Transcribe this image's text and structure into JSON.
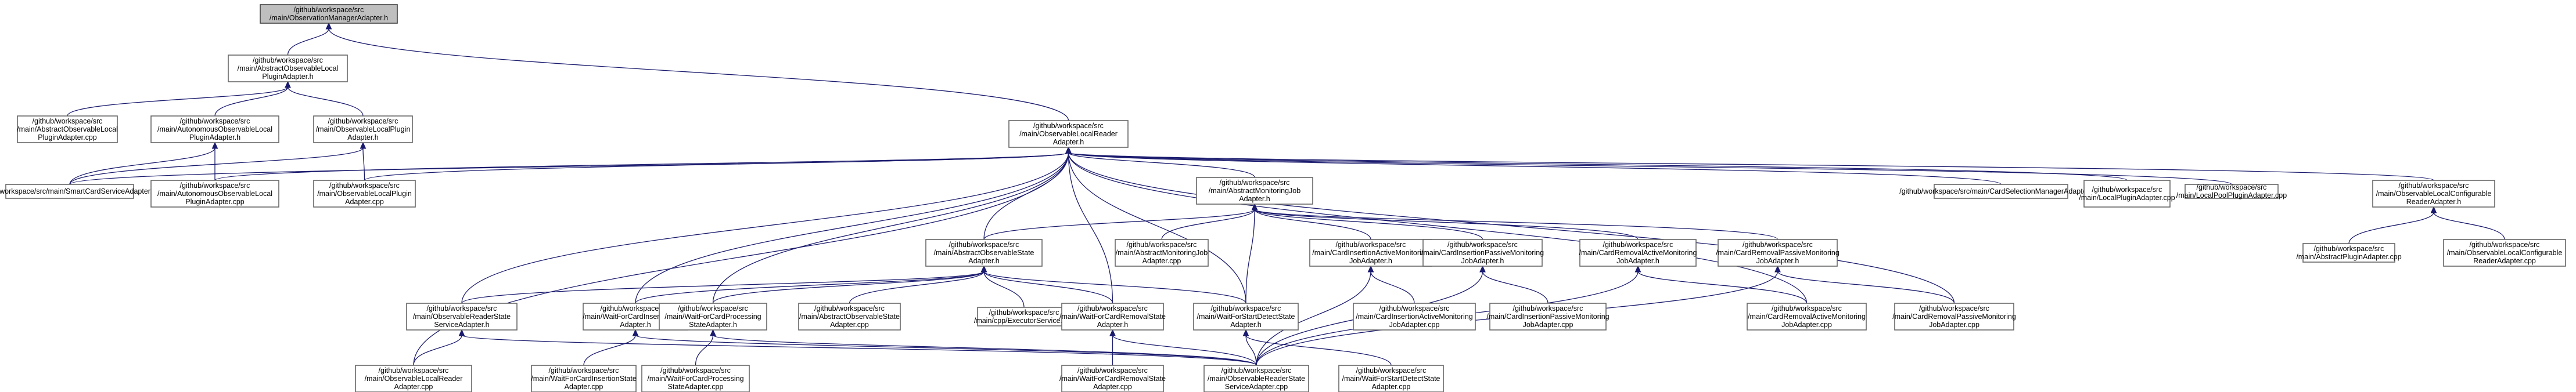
{
  "nodes": [
    {
      "id": "n0",
      "lines": [
        "/github/workspace/src",
        "/main/ObservationManagerAdapter.h"
      ],
      "focus": true
    },
    {
      "id": "n1",
      "lines": [
        "/github/workspace/src",
        "/main/AbstractObservableLocal",
        "PluginAdapter.h"
      ]
    },
    {
      "id": "n2",
      "lines": [
        "/github/workspace/src",
        "/main/ObservableLocalReader",
        "Adapter.h"
      ]
    },
    {
      "id": "n3",
      "lines": [
        "/github/workspace/src",
        "/main/AbstractObservableLocal",
        "PluginAdapter.cpp"
      ]
    },
    {
      "id": "n4",
      "lines": [
        "/github/workspace/src",
        "/main/AutonomousObservableLocal",
        "PluginAdapter.h"
      ]
    },
    {
      "id": "n5",
      "lines": [
        "/github/workspace/src",
        "/main/ObservableLocalPlugin",
        "Adapter.h"
      ]
    },
    {
      "id": "n6",
      "lines": [
        "/github/workspace/src/main/SmartCardServiceAdapter.cpp"
      ]
    },
    {
      "id": "n7",
      "lines": [
        "/github/workspace/src",
        "/main/AutonomousObservableLocal",
        "PluginAdapter.cpp"
      ]
    },
    {
      "id": "n8",
      "lines": [
        "/github/workspace/src",
        "/main/ObservableLocalPlugin",
        "Adapter.cpp"
      ]
    },
    {
      "id": "n9",
      "lines": [
        "/github/workspace/src",
        "/main/AbstractMonitoringJob",
        "Adapter.h"
      ]
    },
    {
      "id": "n10",
      "lines": [
        "/github/workspace/src/main/CardSelectionManagerAdapter.cpp"
      ]
    },
    {
      "id": "n11",
      "lines": [
        "/github/workspace/src",
        "/main/LocalPluginAdapter.cpp"
      ]
    },
    {
      "id": "n12",
      "lines": [
        "/github/workspace/src",
        "/main/LocalPoolPluginAdapter.cpp"
      ]
    },
    {
      "id": "n13",
      "lines": [
        "/github/workspace/src",
        "/main/ObservableLocalConfigurable",
        "ReaderAdapter.h"
      ]
    },
    {
      "id": "n14",
      "lines": [
        "/github/workspace/src",
        "/main/AbstractObservableState",
        "Adapter.h"
      ]
    },
    {
      "id": "n15",
      "lines": [
        "/github/workspace/src",
        "/main/AbstractMonitoringJob",
        "Adapter.cpp"
      ]
    },
    {
      "id": "n16",
      "lines": [
        "/github/workspace/src",
        "/main/CardInsertionActiveMonitoring",
        "JobAdapter.h"
      ]
    },
    {
      "id": "n17",
      "lines": [
        "/github/workspace/src",
        "/main/CardInsertionPassiveMonitoring",
        "JobAdapter.h"
      ]
    },
    {
      "id": "n18",
      "lines": [
        "/github/workspace/src",
        "/main/CardRemovalActiveMonitoring",
        "JobAdapter.h"
      ]
    },
    {
      "id": "n19",
      "lines": [
        "/github/workspace/src",
        "/main/CardRemovalPassiveMonitoring",
        "JobAdapter.h"
      ]
    },
    {
      "id": "n20",
      "lines": [
        "/github/workspace/src",
        "/main/AbstractPluginAdapter.cpp"
      ]
    },
    {
      "id": "n21",
      "lines": [
        "/github/workspace/src",
        "/main/ObservableLocalConfigurable",
        "ReaderAdapter.cpp"
      ]
    },
    {
      "id": "n22",
      "lines": [
        "/github/workspace/src",
        "/main/ObservableReaderState",
        "ServiceAdapter.h"
      ]
    },
    {
      "id": "n23",
      "lines": [
        "/github/workspace/src",
        "/main/WaitForCardInsertionState",
        "Adapter.h"
      ]
    },
    {
      "id": "n24",
      "lines": [
        "/github/workspace/src",
        "/main/WaitForCardProcessing",
        "StateAdapter.h"
      ]
    },
    {
      "id": "n25",
      "lines": [
        "/github/workspace/src",
        "/main/AbstractObservableState",
        "Adapter.cpp"
      ]
    },
    {
      "id": "n26",
      "lines": [
        "/github/workspace/src",
        "/main/cpp/ExecutorService.cpp"
      ]
    },
    {
      "id": "n27",
      "lines": [
        "/github/workspace/src",
        "/main/WaitForCardRemovalState",
        "Adapter.h"
      ]
    },
    {
      "id": "n28",
      "lines": [
        "/github/workspace/src",
        "/main/WaitForStartDetectState",
        "Adapter.h"
      ]
    },
    {
      "id": "n29",
      "lines": [
        "/github/workspace/src",
        "/main/CardInsertionActiveMonitoring",
        "JobAdapter.cpp"
      ]
    },
    {
      "id": "n30",
      "lines": [
        "/github/workspace/src",
        "/main/CardInsertionPassiveMonitoring",
        "JobAdapter.cpp"
      ]
    },
    {
      "id": "n31",
      "lines": [
        "/github/workspace/src",
        "/main/CardRemovalActiveMonitoring",
        "JobAdapter.cpp"
      ]
    },
    {
      "id": "n32",
      "lines": [
        "/github/workspace/src",
        "/main/CardRemovalPassiveMonitoring",
        "JobAdapter.cpp"
      ]
    },
    {
      "id": "n33",
      "lines": [
        "/github/workspace/src",
        "/main/ObservableLocalReader",
        "Adapter.cpp"
      ]
    },
    {
      "id": "n34",
      "lines": [
        "/github/workspace/src",
        "/main/WaitForCardInsertionState",
        "Adapter.cpp"
      ]
    },
    {
      "id": "n35",
      "lines": [
        "/github/workspace/src",
        "/main/WaitForCardProcessing",
        "StateAdapter.cpp"
      ]
    },
    {
      "id": "n36",
      "lines": [
        "/github/workspace/src",
        "/main/WaitForCardRemovalState",
        "Adapter.cpp"
      ]
    },
    {
      "id": "n37",
      "lines": [
        "/github/workspace/src",
        "/main/ObservableReaderState",
        "ServiceAdapter.cpp"
      ]
    },
    {
      "id": "n38",
      "lines": [
        "/github/workspace/src",
        "/main/WaitForStartDetectState",
        "Adapter.cpp"
      ]
    }
  ],
  "edges": [
    [
      "n1",
      "n0"
    ],
    [
      "n2",
      "n0"
    ],
    [
      "n3",
      "n1"
    ],
    [
      "n4",
      "n1"
    ],
    [
      "n5",
      "n1"
    ],
    [
      "n6",
      "n4"
    ],
    [
      "n7",
      "n4"
    ],
    [
      "n6",
      "n5"
    ],
    [
      "n8",
      "n5"
    ],
    [
      "n6",
      "n2"
    ],
    [
      "n7",
      "n2"
    ],
    [
      "n8",
      "n2"
    ],
    [
      "n9",
      "n2"
    ],
    [
      "n10",
      "n2"
    ],
    [
      "n11",
      "n2"
    ],
    [
      "n12",
      "n2"
    ],
    [
      "n13",
      "n2"
    ],
    [
      "n14",
      "n2"
    ],
    [
      "n22",
      "n2"
    ],
    [
      "n23",
      "n2"
    ],
    [
      "n24",
      "n2"
    ],
    [
      "n27",
      "n2"
    ],
    [
      "n28",
      "n2"
    ],
    [
      "n33",
      "n2"
    ],
    [
      "n31",
      "n2"
    ],
    [
      "n32",
      "n2"
    ],
    [
      "n20",
      "n13"
    ],
    [
      "n21",
      "n13"
    ],
    [
      "n14",
      "n9"
    ],
    [
      "n15",
      "n9"
    ],
    [
      "n16",
      "n9"
    ],
    [
      "n17",
      "n9"
    ],
    [
      "n18",
      "n9"
    ],
    [
      "n19",
      "n9"
    ],
    [
      "n28",
      "n9"
    ],
    [
      "n22",
      "n14"
    ],
    [
      "n23",
      "n14"
    ],
    [
      "n24",
      "n14"
    ],
    [
      "n25",
      "n14"
    ],
    [
      "n26",
      "n14"
    ],
    [
      "n27",
      "n14"
    ],
    [
      "n28",
      "n14"
    ],
    [
      "n29",
      "n16"
    ],
    [
      "n37",
      "n16"
    ],
    [
      "n30",
      "n17"
    ],
    [
      "n37",
      "n17"
    ],
    [
      "n31",
      "n18"
    ],
    [
      "n37",
      "n18"
    ],
    [
      "n32",
      "n19"
    ],
    [
      "n37",
      "n19"
    ],
    [
      "n33",
      "n22"
    ],
    [
      "n37",
      "n22"
    ],
    [
      "n34",
      "n23"
    ],
    [
      "n37",
      "n23"
    ],
    [
      "n35",
      "n24"
    ],
    [
      "n37",
      "n24"
    ],
    [
      "n36",
      "n27"
    ],
    [
      "n37",
      "n27"
    ],
    [
      "n37",
      "n28"
    ],
    [
      "n38",
      "n28"
    ]
  ]
}
